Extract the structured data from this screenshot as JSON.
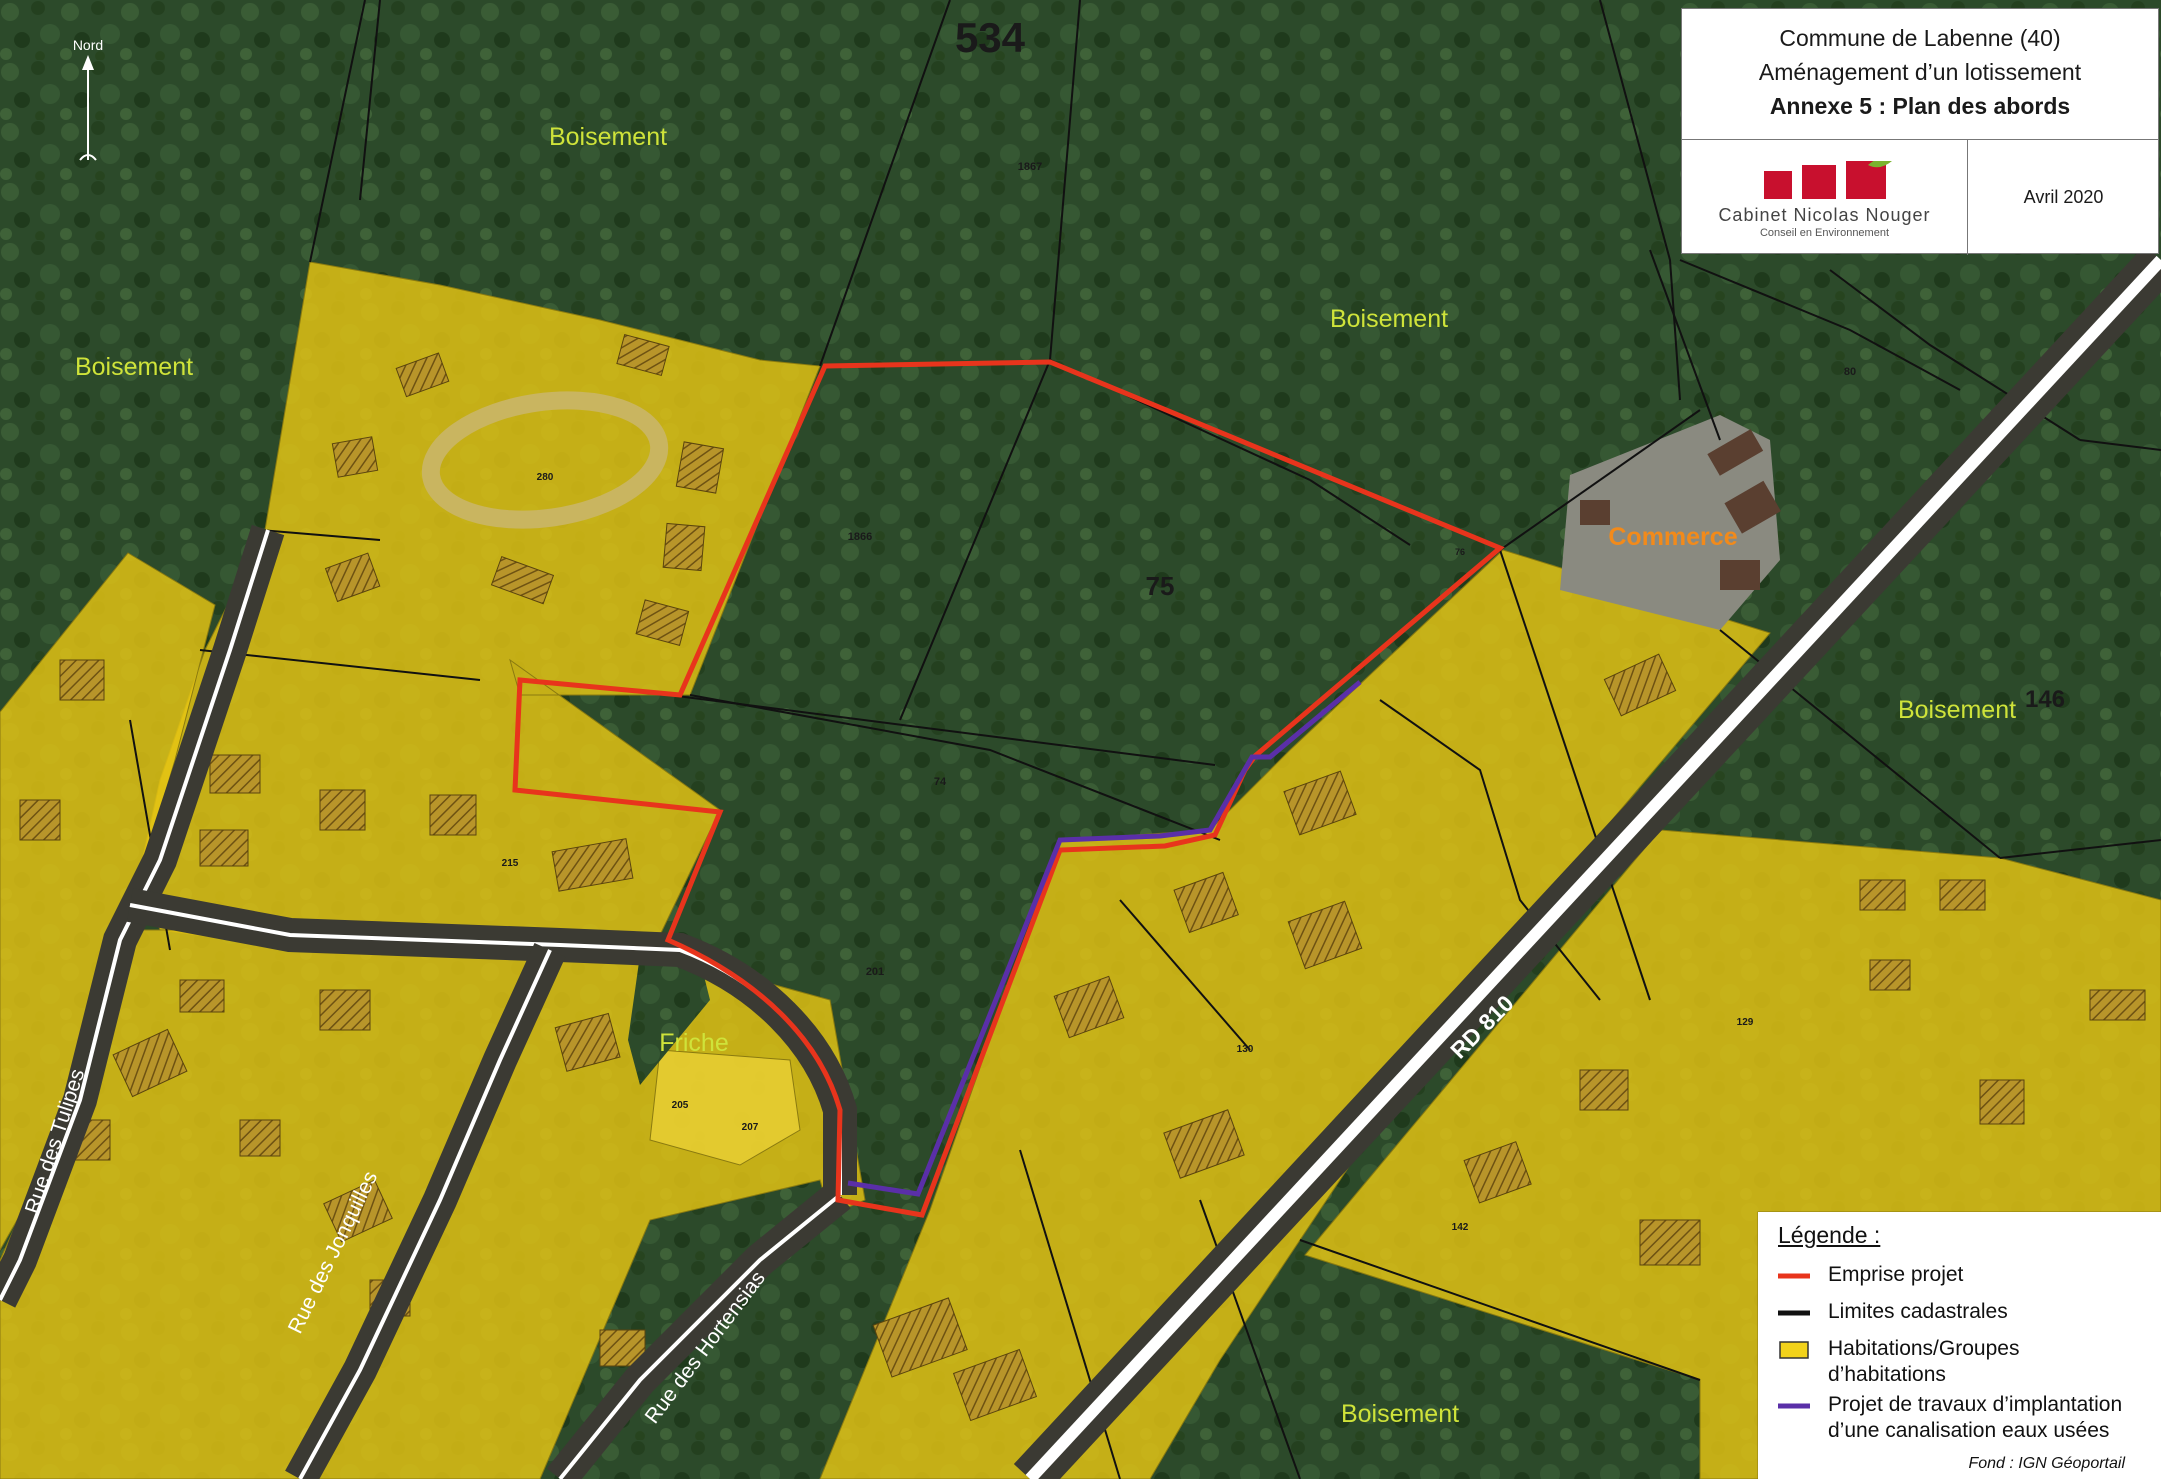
{
  "map": {
    "north_label": "Nord",
    "section_number": "534",
    "parcel_numbers": [
      "1867",
      "1866",
      "75",
      "74",
      "201",
      "76",
      "80",
      "146",
      "280",
      "215",
      "205",
      "207",
      "130",
      "142",
      "129"
    ],
    "zone_labels": [
      "Boisement",
      "Boisement",
      "Boisement",
      "Boisement",
      "Boisement",
      "Friche",
      "Commerce"
    ],
    "streets": [
      "Rue des Tulipes",
      "Rue des Jonquilles",
      "Rue des Hortensias",
      "RD 810"
    ],
    "colors": {
      "forest": "#2d4a2a",
      "habitation": "#e6c614",
      "project_outline": "#e8341c",
      "sewer": "#5a2fa8",
      "cadastral": "#111111",
      "road": "#ffffff",
      "zone_label": "#cfe33a",
      "commerce_label": "#f28a1a"
    }
  },
  "title_block": {
    "line1": "Commune de Labenne (40)",
    "line2": "Aménagement d’un lotissement",
    "line3": "Annexe 5 : Plan des abords",
    "company_name": "Cabinet Nicolas Nouger",
    "company_subtitle": "Conseil en Environnement",
    "date": "Avril 2020",
    "logo_color": "#c8102e",
    "logo_leaf_color": "#7bb32e"
  },
  "legend": {
    "title": "Légende :",
    "items": [
      {
        "label": "Emprise projet",
        "swatch": "line",
        "color": "#e8341c"
      },
      {
        "label": "Limites cadastrales",
        "swatch": "line",
        "color": "#111111"
      },
      {
        "label": "Habitations/Groupes d’habitations",
        "swatch": "box",
        "color": "#f2d21a"
      },
      {
        "label": "Projet de travaux d’implantation d’une canalisation eaux usées",
        "swatch": "line",
        "color": "#5a2fa8"
      }
    ],
    "source": "Fond : IGN Géoportail"
  }
}
